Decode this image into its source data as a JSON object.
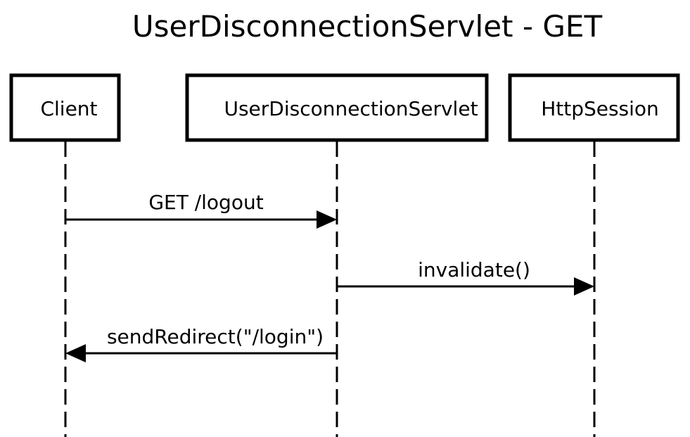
{
  "title": "UserDisconnectionServlet - GET",
  "participants": [
    {
      "id": "client",
      "name": "Client"
    },
    {
      "id": "servlet",
      "name": "UserDisconnectionServlet"
    },
    {
      "id": "session",
      "name": "HttpSession"
    }
  ],
  "messages": [
    {
      "from": "client",
      "to": "servlet",
      "label": "GET /logout"
    },
    {
      "from": "servlet",
      "to": "session",
      "label": "invalidate()"
    },
    {
      "from": "servlet",
      "to": "client",
      "label": "sendRedirect(\"/login\")"
    }
  ]
}
